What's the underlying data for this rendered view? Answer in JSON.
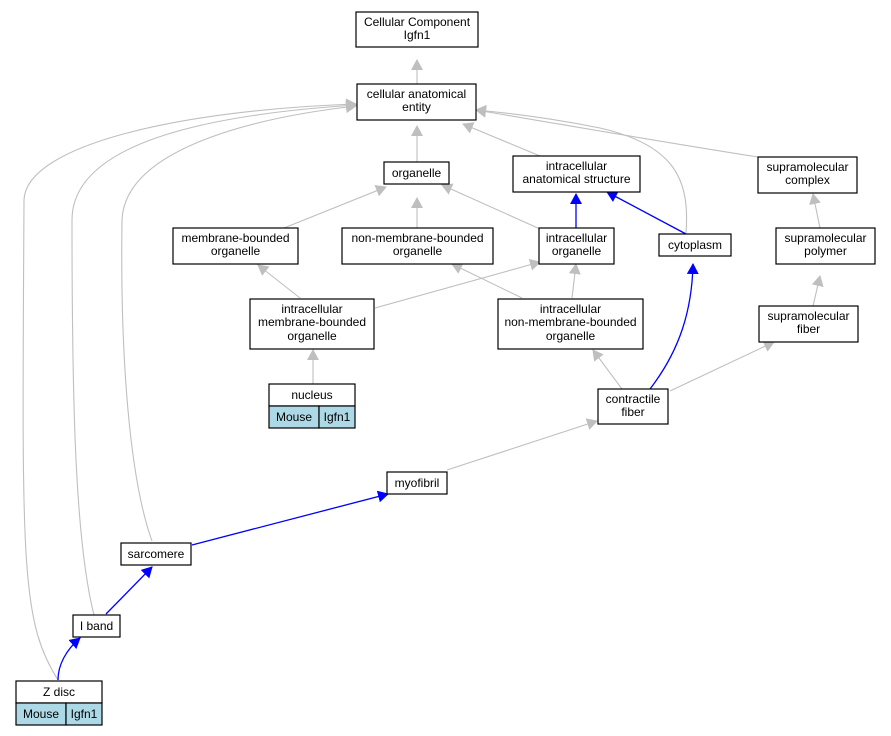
{
  "colors": {
    "is_a_edge": "#bfbfbf",
    "part_of_edge": "#0000ff",
    "node_border": "#000000",
    "node_fill": "#ffffff",
    "annotation_fill": "#add8e6"
  },
  "nodes": {
    "root": {
      "lines": [
        "Cellular Component",
        "Igfn1"
      ]
    },
    "cae": {
      "lines": [
        "cellular anatomical",
        "entity"
      ]
    },
    "organelle": {
      "lines": [
        "organelle"
      ]
    },
    "ias": {
      "lines": [
        "intracellular",
        "anatomical structure"
      ]
    },
    "supcomplex": {
      "lines": [
        "supramolecular",
        "complex"
      ]
    },
    "mbo": {
      "lines": [
        "membrane-bounded",
        "organelle"
      ]
    },
    "nmbo": {
      "lines": [
        "non-membrane-bounded",
        "organelle"
      ]
    },
    "io": {
      "lines": [
        "intracellular",
        "organelle"
      ]
    },
    "cytoplasm": {
      "lines": [
        "cytoplasm"
      ]
    },
    "suppolymer": {
      "lines": [
        "supramolecular",
        "polymer"
      ]
    },
    "imbo": {
      "lines": [
        "intracellular",
        "membrane-bounded",
        "organelle"
      ]
    },
    "inmbo": {
      "lines": [
        "intracellular",
        "non-membrane-bounded",
        "organelle"
      ]
    },
    "supfiber": {
      "lines": [
        "supramolecular",
        "fiber"
      ]
    },
    "nucleus": {
      "lines": [
        "nucleus"
      ],
      "annotation": [
        "Mouse",
        "Igfn1"
      ]
    },
    "contractile": {
      "lines": [
        "contractile",
        "fiber"
      ]
    },
    "myofibril": {
      "lines": [
        "myofibril"
      ]
    },
    "sarcomere": {
      "lines": [
        "sarcomere"
      ]
    },
    "iband": {
      "lines": [
        "I band"
      ]
    },
    "zdisc": {
      "lines": [
        "Z disc"
      ],
      "annotation": [
        "Mouse",
        "Igfn1"
      ]
    }
  }
}
